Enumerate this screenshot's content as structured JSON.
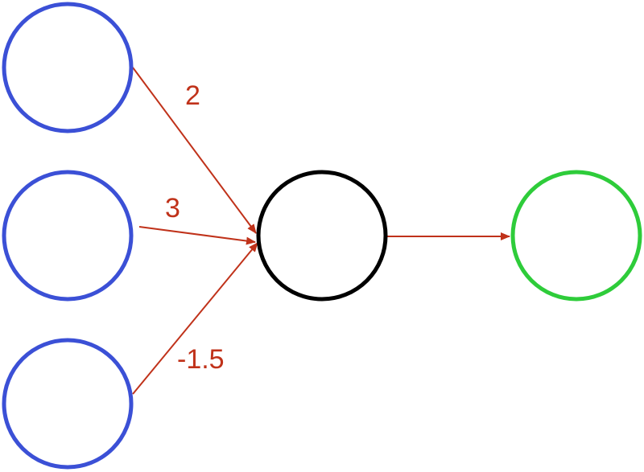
{
  "diagram": {
    "nodes": [
      {
        "id": "input-1",
        "role": "input",
        "color": "#3B50D6"
      },
      {
        "id": "input-2",
        "role": "input",
        "color": "#3B50D6"
      },
      {
        "id": "input-3",
        "role": "input",
        "color": "#3B50D6"
      },
      {
        "id": "hidden",
        "role": "neuron",
        "color": "#000000"
      },
      {
        "id": "output",
        "role": "output",
        "color": "#2ECC3A"
      }
    ],
    "edges": [
      {
        "from": "input-1",
        "to": "hidden",
        "weight": "2"
      },
      {
        "from": "input-2",
        "to": "hidden",
        "weight": "3"
      },
      {
        "from": "input-3",
        "to": "hidden",
        "weight": "-1.5"
      },
      {
        "from": "hidden",
        "to": "output",
        "weight": ""
      }
    ],
    "edge_color": "#C0321A"
  }
}
